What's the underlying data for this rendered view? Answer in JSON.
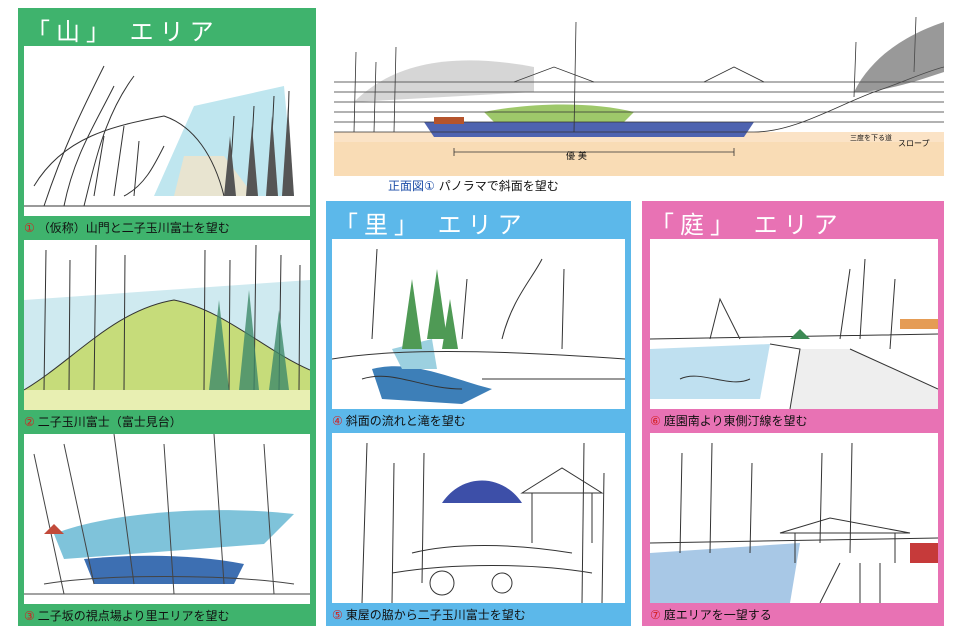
{
  "panorama": {
    "caption_number": "正面図①",
    "caption_text": "パノラマで斜面を望む",
    "label_a": "優 美",
    "label_b": "三度を下る道",
    "label_c": "スロープ"
  },
  "areas": {
    "mountain": {
      "title": "「山」 エリア",
      "color": "#3fb36d"
    },
    "village": {
      "title": "「里」 エリア",
      "color": "#5cb8ea"
    },
    "garden": {
      "title": "「庭」 エリア",
      "color": "#e872b4"
    }
  },
  "views": [
    {
      "num": "①",
      "text": "（仮称）山門と二子玉川富士を望む"
    },
    {
      "num": "②",
      "text": "二子玉川富士（富士見台）"
    },
    {
      "num": "③",
      "text": "二子坂の視点場より里エリアを望む"
    },
    {
      "num": "④",
      "text": "斜面の流れと滝を望む"
    },
    {
      "num": "⑤",
      "text": "東屋の脇から二子玉川富士を望む"
    },
    {
      "num": "⑥",
      "text": "庭園南より東側汀線を望む"
    },
    {
      "num": "⑦",
      "text": "庭エリアを一望する"
    }
  ]
}
